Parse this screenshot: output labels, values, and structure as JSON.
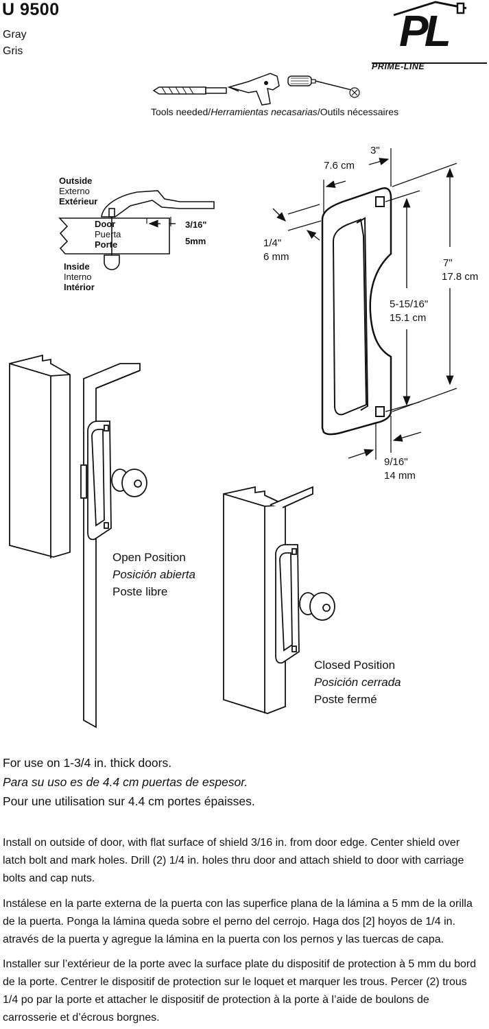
{
  "header": {
    "model": "U 9500",
    "color_en": "Gray",
    "color_fr": "Gris",
    "brand": "PRIME-LINE",
    "logo_letters": "PL"
  },
  "tools": {
    "icons": [
      "drill-bit-icon",
      "power-drill-icon",
      "screwdriver-icon"
    ],
    "caption_en": "Tools needed",
    "sep1": "/",
    "caption_es": "Herramientas necasarias",
    "sep2": "/",
    "caption_fr": "Outils nécessaires"
  },
  "section_diagram": {
    "outside_en": "Outside",
    "outside_es": "Externo",
    "outside_fr": "Extérieur",
    "door_en": "Door",
    "door_es": "Puerta",
    "door_fr": "Porte",
    "inside_en": "Inside",
    "inside_es": "Interno",
    "inside_fr": "Intérior",
    "gap_in": "3/16\"",
    "gap_mm": "5mm"
  },
  "dimensions": {
    "width_in": "3\"",
    "width_cm": "7.6 cm",
    "depth_in": "1/4\"",
    "depth_mm": "6 mm",
    "height_in": "7\"",
    "height_cm": "17.8 cm",
    "hole_spacing_in": "5-15/16\"",
    "hole_spacing_cm": "15.1 cm",
    "flange_in": "9/16\"",
    "flange_mm": "14 mm"
  },
  "positions": {
    "open_en": "Open Position",
    "open_es": "Posición abierta",
    "open_fr": "Poste libre",
    "closed_en": "Closed Position",
    "closed_es": "Posición cerrada",
    "closed_fr": "Poste fermé"
  },
  "usage": {
    "en": "For use on 1-3/4 in. thick doors.",
    "es": "Para su uso es de 4.4 cm puertas de espesor.",
    "fr": "Pour une utilisation sur 4.4 cm portes épaisses."
  },
  "instructions": {
    "en": "Install on outside of door, with flat surface of shield 3/16 in. from door edge. Center shield over latch bolt and mark holes. Drill (2) 1/4 in. holes thru door and attach shield to door with carriage bolts and cap nuts.",
    "es": "Instálese en la parte externa de la puerta con las superfice plana de la lámina a 5 mm de la orilla de la puerta. Ponga la lámina queda sobre el perno del cerrojo. Haga dos [2] hoyos de 1/4 in. através de la puerta y agregue la lámina en la puerta con los pernos y las tuercas de capa.",
    "fr": "Installer sur l’extérieur de la porte avec la surface plate du dispositif de protection à 5 mm du bord de la porte. Centrer le dispositif de protection sur le loquet et marquer les trous. Percer (2) trous 1/4 po par la porte et attacher le dispositif de protection à la porte à l’aide de boulons de carrosserie et d’écrous borgnes."
  }
}
